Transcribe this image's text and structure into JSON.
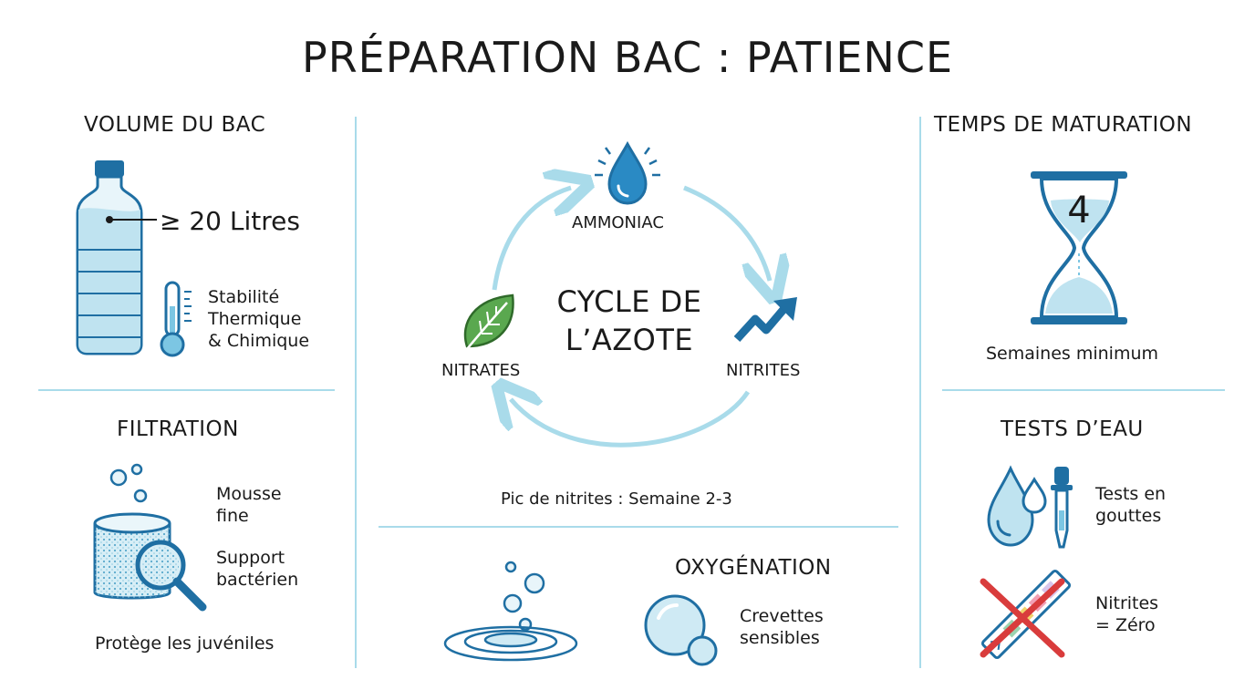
{
  "title": "PRÉPARATION BAC : PATIENCE",
  "volume": {
    "heading": "VOLUME DU BAC",
    "litres": "≥ 20 Litres",
    "stability_lines": [
      "Stabilité",
      "Thermique",
      "& Chimique"
    ]
  },
  "filtration": {
    "heading": "FILTRATION",
    "item1_lines": [
      "Mousse",
      "fine"
    ],
    "item2_lines": [
      "Support",
      "bactérien"
    ],
    "footer": "Protège les juvéniles"
  },
  "cycle": {
    "title_lines": [
      "CYCLE DE",
      "L’AZOTE"
    ],
    "ammoniac": "AMMONIAC",
    "nitrites": "NITRITES",
    "nitrates": "NITRATES",
    "peak": "Pic de nitrites : Semaine 2-3"
  },
  "oxygenation": {
    "heading": "OXYGÉNATION",
    "lines": [
      "Crevettes",
      "sensibles"
    ]
  },
  "maturation": {
    "heading": "TEMPS DE MATURATION",
    "number": "4",
    "caption": "Semaines minimum"
  },
  "tests": {
    "heading": "TESTS D’EAU",
    "drops_lines": [
      "Tests en",
      "gouttes"
    ],
    "nitrites_lines": [
      "Nitrites",
      "= Zéro"
    ]
  },
  "colors": {
    "primary_blue": "#1f6fa3",
    "light_blue": "#a9dbea",
    "fill_blue": "#cfeaf4",
    "leaf_green": "#5aa84f",
    "cross_red": "#d93c3c"
  },
  "icons": [
    "water-bottle-icon",
    "thermometer-icon",
    "sponge-filter-icon",
    "magnifier-icon",
    "bubbles-icon",
    "water-drop-icon",
    "leaf-icon",
    "trend-arrow-icon",
    "water-ripple-icon",
    "big-bubble-icon",
    "hourglass-icon",
    "drops-icon",
    "pipette-icon",
    "test-strip-icon",
    "red-cross-icon"
  ]
}
